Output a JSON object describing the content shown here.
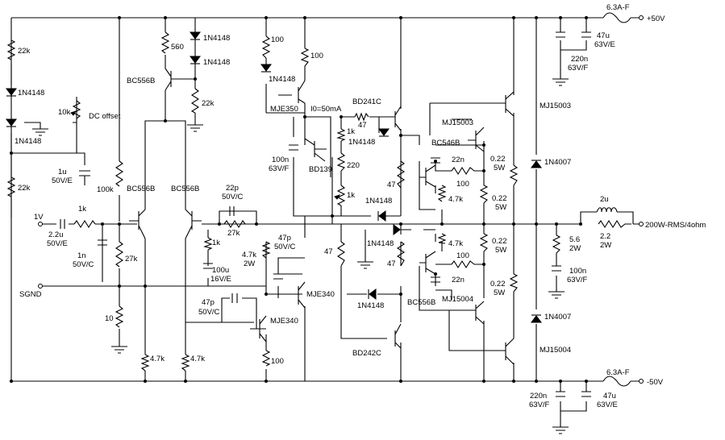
{
  "labels": {
    "fuse_top": "6.3A-F",
    "fuse_bottom": "6.3A-F",
    "v_pos": "+50V",
    "v_neg": "-50V",
    "output": "200W-RMS/4ohm",
    "input": "1V",
    "sgnd": "SGND",
    "r_22k_a": "22k",
    "r_22k_b": "22k",
    "d_1n4148_a": "1N4148",
    "d_1n4148_b": "1N4148",
    "pot_10k": "10k",
    "dc_offset": "DC offset",
    "c_1u": "1u",
    "c_1u_v": "50V/E",
    "r_100k": "100k",
    "c_2u2": "2.2u",
    "c_2u2_v": "50V/E",
    "r_1k_in": "1k",
    "c_1n": "1n",
    "c_1n_v": "50V/C",
    "r_27k_a": "27k",
    "r_10": "10",
    "q_bc556b_top": "BC556B",
    "r_560": "560",
    "d_1n4148_c": "1N4148",
    "d_1n4148_d": "1N4148",
    "r_22k_c": "22k",
    "q_bc556b_l": "BC556B",
    "q_bc556b_r": "BC556B",
    "c_22p": "22p",
    "c_22p_v": "50V/C",
    "r_27k_fb": "27k",
    "r_1k_fb": "1k",
    "c_100u": "100u",
    "c_100u_v": "16V/E",
    "r_4k7_a": "4.7k",
    "r_4k7_b": "4.7k",
    "r_100_a": "100",
    "d_1n4148_e": "1N4148",
    "r_100_b": "100",
    "q_mje350": "MJE350",
    "i_bias": "I0=50mA",
    "c_100n_a": "100n",
    "c_100n_a_v": "63V/F",
    "q_bd139": "BD139",
    "r_1k_a": "1k",
    "d_1n4148_f": "1N4148",
    "r_220": "220",
    "r_1k_pot": "1k",
    "r_47_a": "47",
    "q_bd241c": "BD241C",
    "r_4k7_2w": "4.7k",
    "r_4k7_2w_p": "2W",
    "c_47p_a": "47p",
    "c_47p_a_v": "50V/C",
    "q_mje340_a": "MJE340",
    "c_47p_b": "47p",
    "c_47p_b_v": "50V/C",
    "q_mje340_b": "MJE340",
    "r_100_c": "100",
    "r_47_b": "47",
    "r_47_c": "47",
    "r_47_d": "47",
    "d_1n4148_g": "1N4148",
    "d_1n4148_h": "1N4148",
    "d_1n4148_i": "1N4148",
    "q_bd242c": "BD242C",
    "q_bc546b": "BC546B",
    "c_22n_a": "22n",
    "r_100_d": "100",
    "r_4k7_c": "4.7k",
    "r_4k7_d": "4.7k",
    "r_100_e": "100",
    "c_22n_b": "22n",
    "q_bc556b_b": "BC556B",
    "q_mj15003_a": "MJ15003",
    "q_mj15003_b": "MJ15003",
    "q_mj15004_a": "MJ15004",
    "q_mj15004_b": "MJ15004",
    "r_022_a": "0.22",
    "r_022_a_p": "5W",
    "r_022_b": "0.22",
    "r_022_b_p": "5W",
    "r_022_c": "0.22",
    "r_022_c_p": "5W",
    "r_022_d": "0.22",
    "r_022_d_p": "5W",
    "d_1n4007_a": "1N4007",
    "d_1n4007_b": "1N4007",
    "c_47u_a": "47u",
    "c_47u_a_v": "63V/E",
    "c_220n_a": "220n",
    "c_220n_a_v": "63V/F",
    "c_220n_b": "220n",
    "c_220n_b_v": "63V/F",
    "c_47u_b": "47u",
    "c_47u_b_v": "63V/E",
    "l_2u": "2u",
    "r_2_2": "2.2",
    "r_2_2_p": "2W",
    "r_5_6": "5.6",
    "r_5_6_p": "2W",
    "c_100n_b": "100n",
    "c_100n_b_v": "63V/F"
  }
}
